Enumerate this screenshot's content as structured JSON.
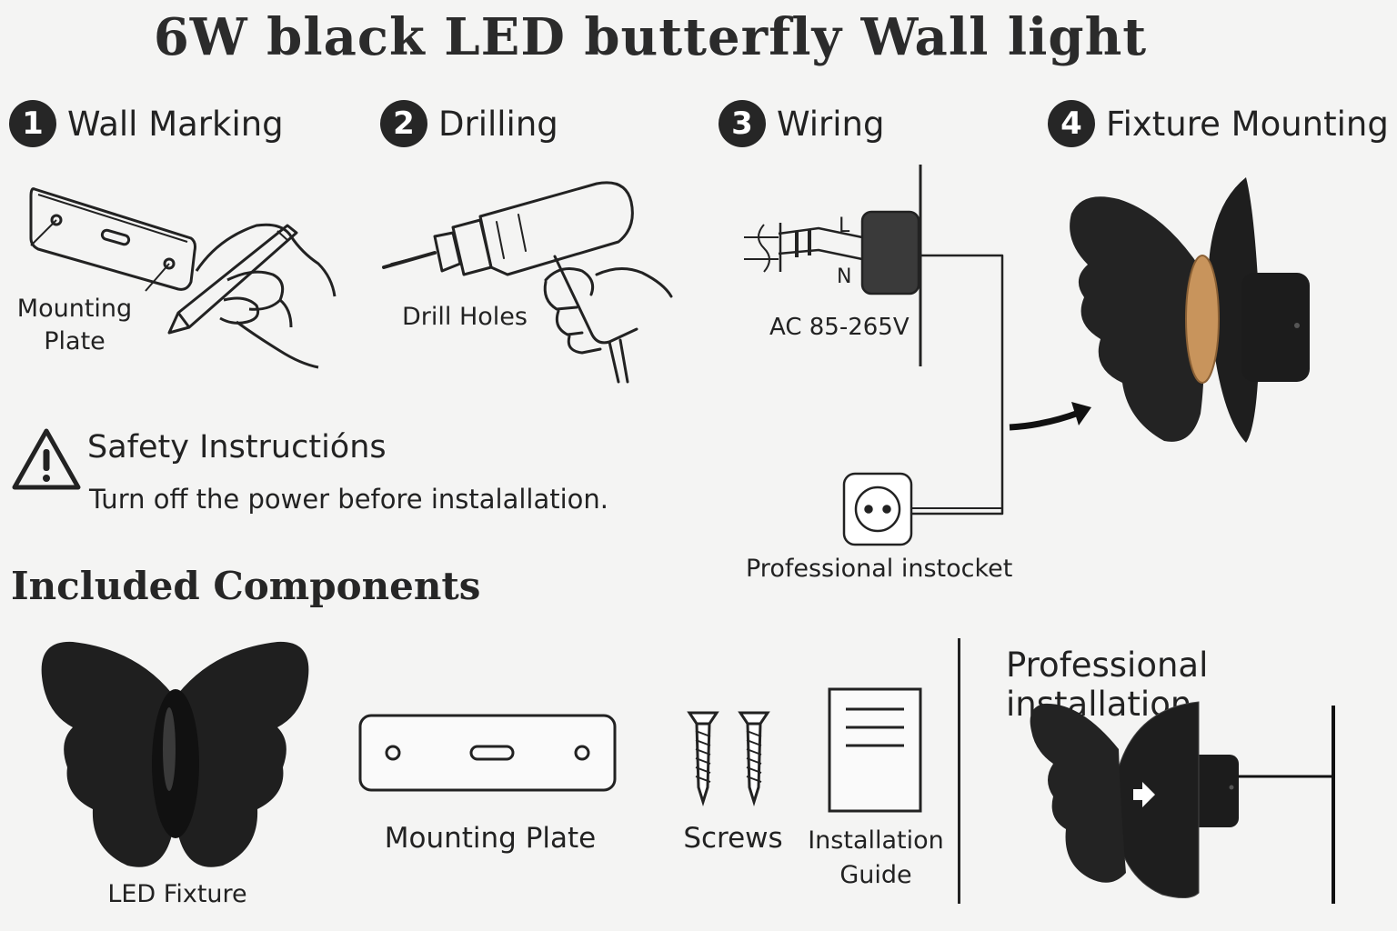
{
  "title": "6W black LED butterfly Wall light",
  "steps": [
    {
      "number": "1",
      "label": "Wall Marking",
      "icon": "pencil-hand-icon"
    },
    {
      "number": "2",
      "label": "Drilling",
      "icon": "drill-icon"
    },
    {
      "number": "3",
      "label": "Wiring",
      "icon": "wiring-icon"
    },
    {
      "number": "4",
      "label": "Fixture Mounting",
      "icon": "butterfly-light-icon"
    }
  ],
  "wall_marking": {
    "plate_label": "Mounting\nPlate"
  },
  "drilling": {
    "caption": "Drill Holes"
  },
  "wiring": {
    "live": "L",
    "neutral": "N",
    "voltage": "AC 85-265V",
    "socket_caption": "Professional instocket"
  },
  "safety": {
    "title": "Safety Instructións",
    "body": "Turn off the power before instalallation.",
    "icon": "warning-icon"
  },
  "components": {
    "title": "Included Components",
    "items": [
      {
        "label": "LED Fixture",
        "icon": "butterfly-icon"
      },
      {
        "label": "Mounting Plate",
        "icon": "mounting-plate-icon"
      },
      {
        "label": "Screws",
        "icon": "screw-icon"
      },
      {
        "label": "Installation\nGuide",
        "icon": "document-icon"
      }
    ]
  },
  "professional": {
    "title": "Professional installation"
  },
  "colors": {
    "ink": "#222222",
    "fixture_black": "#1f1f1f",
    "wood": "#c8945c",
    "background": "#f4f4f3"
  }
}
